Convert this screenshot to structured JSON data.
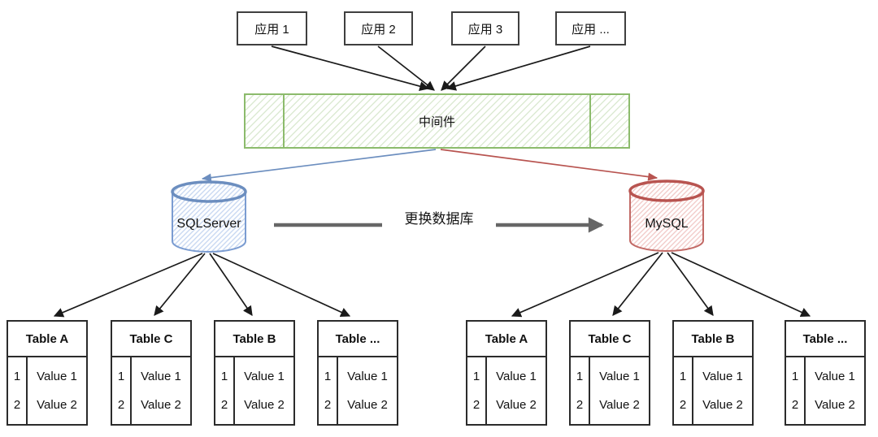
{
  "apps": [
    {
      "label": "应用 1"
    },
    {
      "label": "应用 2"
    },
    {
      "label": "应用 3"
    },
    {
      "label": "应用 ..."
    }
  ],
  "middleware": {
    "label": "中间件"
  },
  "databases": {
    "source": {
      "label": "SQLServer"
    },
    "target": {
      "label": "MySQL"
    }
  },
  "migration": {
    "label": "更换数据库"
  },
  "tables": {
    "left": [
      {
        "title": "Table A",
        "rows": [
          [
            "1",
            "Value 1"
          ],
          [
            "2",
            "Value 2"
          ]
        ]
      },
      {
        "title": "Table C",
        "rows": [
          [
            "1",
            "Value 1"
          ],
          [
            "2",
            "Value 2"
          ]
        ]
      },
      {
        "title": "Table B",
        "rows": [
          [
            "1",
            "Value 1"
          ],
          [
            "2",
            "Value 2"
          ]
        ]
      },
      {
        "title": "Table ...",
        "rows": [
          [
            "1",
            "Value 1"
          ],
          [
            "2",
            "Value 2"
          ]
        ]
      }
    ],
    "right": [
      {
        "title": "Table A",
        "rows": [
          [
            "1",
            "Value 1"
          ],
          [
            "2",
            "Value 2"
          ]
        ]
      },
      {
        "title": "Table C",
        "rows": [
          [
            "1",
            "Value 1"
          ],
          [
            "2",
            "Value 2"
          ]
        ]
      },
      {
        "title": "Table B",
        "rows": [
          [
            "1",
            "Value 1"
          ],
          [
            "2",
            "Value 2"
          ]
        ]
      },
      {
        "title": "Table ...",
        "rows": [
          [
            "1",
            "Value 1"
          ],
          [
            "2",
            "Value 2"
          ]
        ]
      }
    ]
  },
  "colors": {
    "middleware_green": "#8cbb6c",
    "sqlserver_blue": "#6c8ebf",
    "mysql_red": "#b85450",
    "migration_gray": "#666666",
    "arrow_black": "#1a1a1a"
  }
}
